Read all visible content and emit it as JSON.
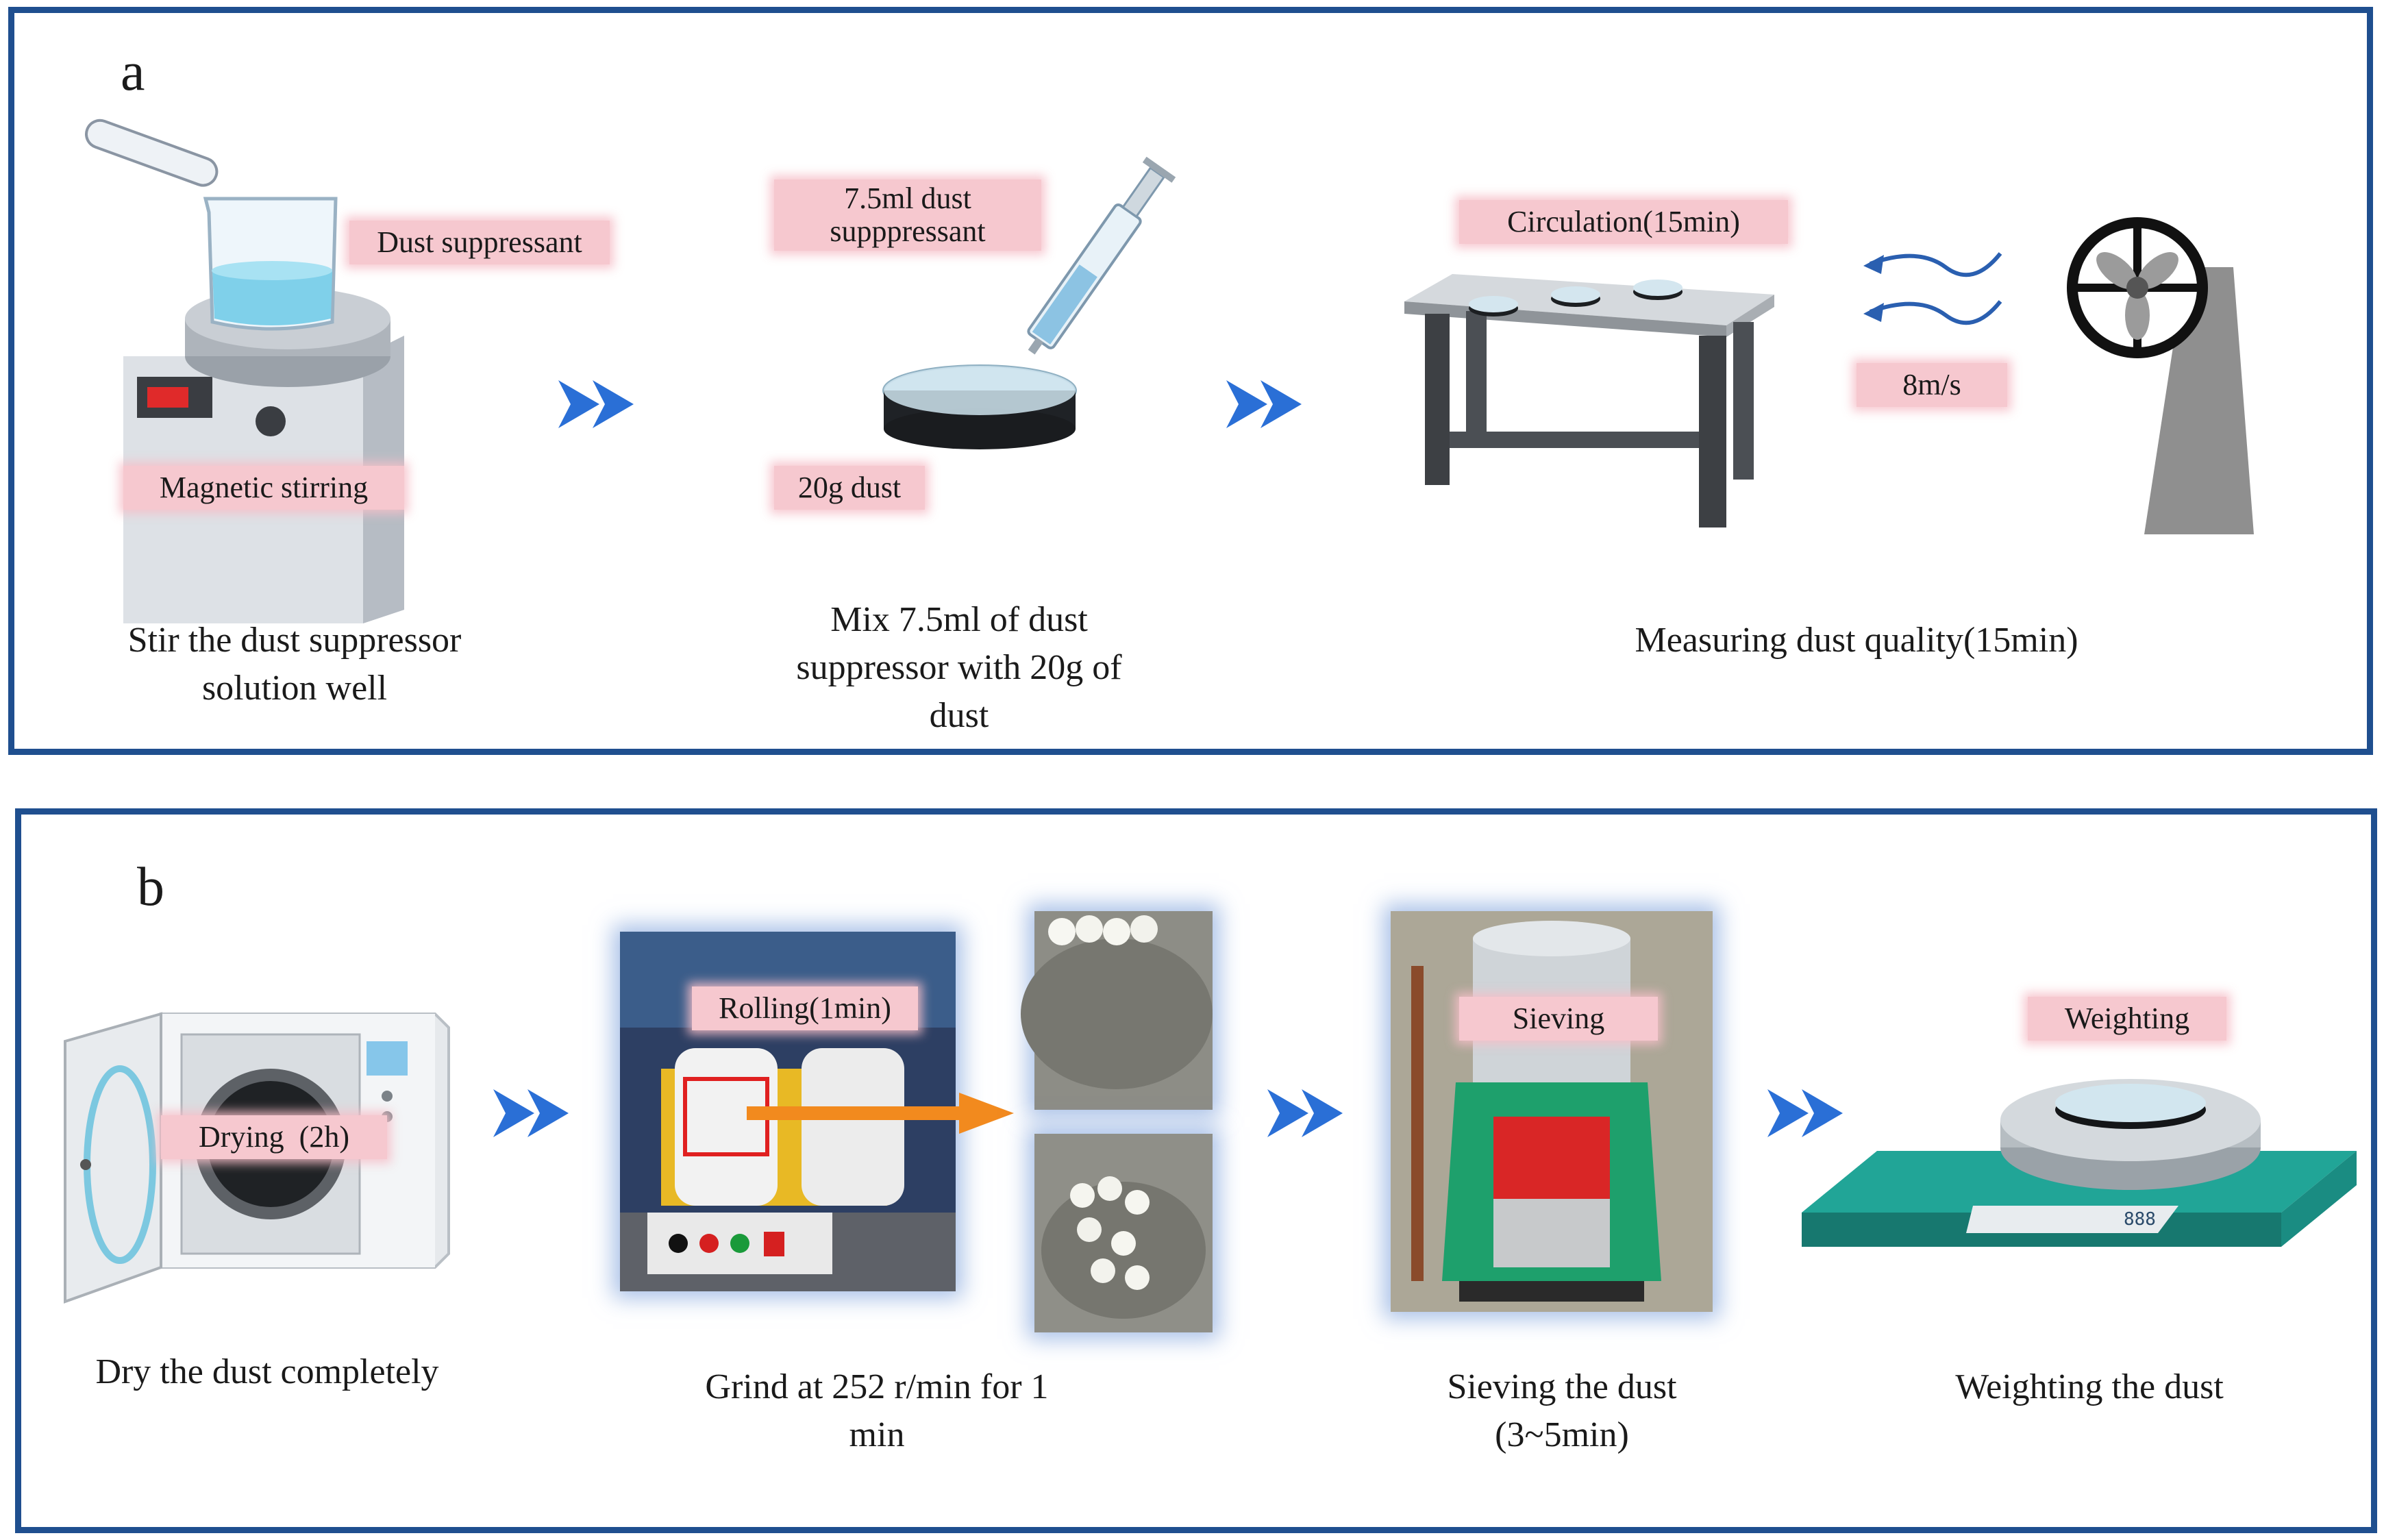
{
  "panel_a": {
    "letter": "a",
    "tags": {
      "dust_suppressant": "Dust suppressant",
      "magnetic_stirring": "Magnetic stirring",
      "volume_line1": "7.5ml dust",
      "volume_line2": "supppressant",
      "mass": "20g dust",
      "circulation": "Circulation(15min)",
      "wind_speed": "8m/s"
    },
    "captions": {
      "stir_line1": "Stir the dust suppressor",
      "stir_line2": "solution well",
      "mix_line1": "Mix 7.5ml of dust",
      "mix_line2": "suppressor with 20g of",
      "mix_line3": "dust",
      "measure": "Measuring dust quality(15min)"
    }
  },
  "panel_b": {
    "letter": "b",
    "tags": {
      "drying": "Drying  (2h)",
      "rolling": "Rolling(1min)",
      "sieving": "Sieving",
      "weighting": "Weighting"
    },
    "captions": {
      "dry": "Dry the dust completely",
      "grind_line1": "Grind at 252 r/min for 1",
      "grind_line2": "min",
      "sieve_line1": "Sieving the dust",
      "sieve_line2": "(3~5min)",
      "weigh": "Weighting the dust"
    },
    "scale_display": "888"
  },
  "colors": {
    "frame": "#1f4f8f",
    "tag_bg": "#f6c8cf",
    "arrow": "#2a6fd6",
    "scale_body": "#1f9a8a"
  }
}
